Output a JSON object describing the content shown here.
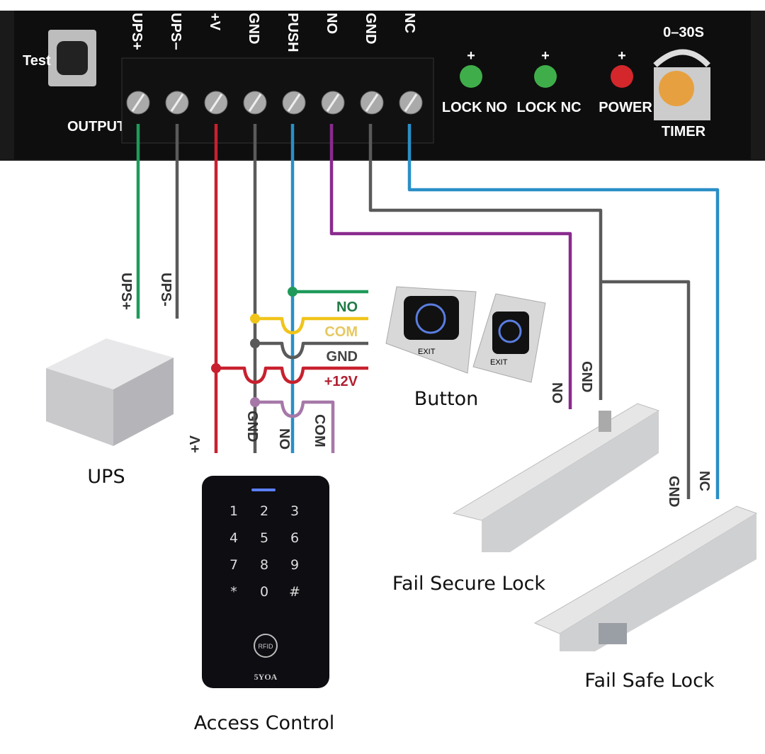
{
  "panel": {
    "test_label": "Test",
    "output_label": "OUTPUT",
    "terminals": [
      "UPS+",
      "UPS−",
      "+V",
      "GND",
      "PUSH",
      "NO",
      "GND",
      "NC"
    ],
    "leds": [
      {
        "label": "LOCK NO",
        "sign": "+",
        "color": "#3fae4a"
      },
      {
        "label": "LOCK NC",
        "sign": "+",
        "color": "#3fae4a"
      },
      {
        "label": "POWER",
        "sign": "+",
        "color": "#d3272b"
      }
    ],
    "timer_range": "0–30S",
    "timer_label": "TIMER"
  },
  "wire_colors": {
    "green": "#1f9a5a",
    "gray": "#5a5a5a",
    "red": "#c8202e",
    "blue": "#2a8fc6",
    "purple": "#8a2a8e",
    "yellow": "#f0c419",
    "lilac": "#a678a8"
  },
  "wire_labels": {
    "ups_plus": "UPS+",
    "ups_minus": "UPS-",
    "branch_no": "NO",
    "branch_com": "COM",
    "branch_gnd": "GND",
    "branch_12v": "+12V",
    "ac_v": "+V",
    "ac_gnd": "GND",
    "ac_no": "NO",
    "ac_com": "COM",
    "fsec_no": "NO",
    "fsec_gnd": "GND",
    "fsafe_gnd": "GND",
    "fsafe_nc": "NC"
  },
  "devices": {
    "ups": "UPS",
    "button": "Button",
    "button_text": "EXIT",
    "access_control": "Access Control",
    "keypad_keys": [
      "1",
      "2",
      "3",
      "4",
      "5",
      "6",
      "7",
      "8",
      "9",
      "*",
      "0",
      "#"
    ],
    "rfid_text": "RFID",
    "brand": "5YOA",
    "fail_secure": "Fail Secure Lock",
    "fail_safe": "Fail Safe Lock"
  }
}
